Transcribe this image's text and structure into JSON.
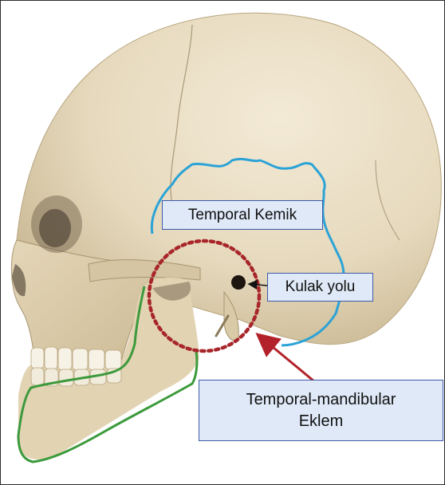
{
  "labels": {
    "temporal_bone": "Temporal Kemik",
    "ear_canal": "Kulak yolu",
    "tmj_line1": "Temporal-mandibular",
    "tmj_line2": "Eklem"
  },
  "colors": {
    "temporal_outline": "#2ba3d6",
    "mandible_outline": "#3c9a3c",
    "joint_circle": "#a8262a",
    "arrow": "#b3222a",
    "label_fill": "#dfe9f7",
    "label_border": "#3d5aa8",
    "bone": "#e8dcc0"
  }
}
